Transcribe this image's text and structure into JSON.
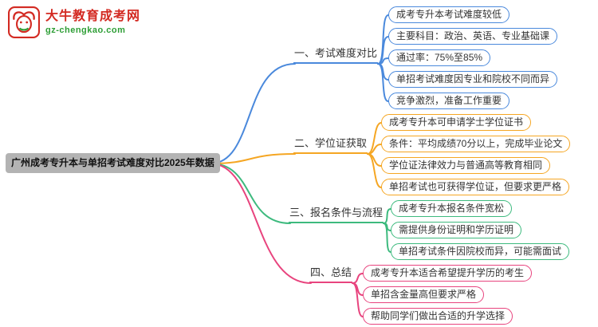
{
  "logo": {
    "title": "大牛教育成考网",
    "domain": "gz-chengkao.com",
    "brand_red": "#d32a22",
    "brand_green": "#2e9e36"
  },
  "root": {
    "title": "广州成考专升本与单招考试难度对比2025年数据",
    "background": "#b3b3b3"
  },
  "branches": [
    {
      "label": "一、考试难度对比",
      "color": "#4a89dc",
      "topics": [
        "成考专升本考试难度较低",
        "主要科目：政治、英语、专业基础课",
        "通过率：75%至85%",
        "单招考试难度因专业和院校不同而异",
        "竞争激烈，准备工作重要"
      ]
    },
    {
      "label": "二、学位证获取",
      "color": "#f5a623",
      "topics": [
        "成考专升本可申请学士学位证书",
        "条件：平均成绩70分以上，完成毕业论文",
        "学位证法律效力与普通高等教育相同",
        "单招考试也可获得学位证，但要求更严格"
      ]
    },
    {
      "label": "三、报名条件与流程",
      "color": "#3dba7e",
      "topics": [
        "成考专升本报名条件宽松",
        "需提供身份证明和学历证明",
        "单招考试条件因院校而异，可能需面试"
      ]
    },
    {
      "label": "四、总结",
      "color": "#e8447e",
      "topics": [
        "成考专升本适合希望提升学历的考生",
        "单招含金量高但要求严格",
        "帮助同学们做出合适的升学选择"
      ]
    }
  ]
}
